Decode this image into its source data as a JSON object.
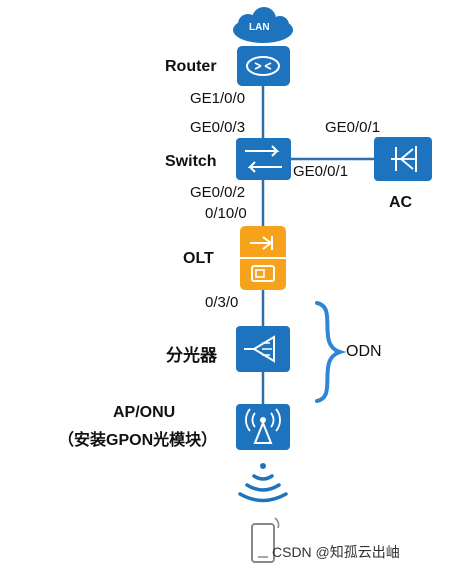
{
  "cloud": {
    "label": "LAN"
  },
  "nodes": {
    "router": "Router",
    "switch": "Switch",
    "ac": "AC",
    "olt": "OLT",
    "splitter": "分光器",
    "ap_onu_line1": "AP/ONU",
    "ap_onu_line2": "（安装GPON光模块）"
  },
  "ports": {
    "router_down": "GE1/0/0",
    "switch_up": "GE0/0/3",
    "ac_port": "GE0/0/1",
    "switch_right": "GE0/0/1",
    "switch_down": "GE0/0/2",
    "olt_up": "0/10/0",
    "olt_down": "0/3/0"
  },
  "odn": {
    "label": "ODN"
  },
  "watermark": "CSDN @知孤云出岫",
  "colors": {
    "device_blue": "#1e73be",
    "olt_orange": "#f6a31b",
    "link": "#2f6fa8",
    "brace": "#2f86d4"
  }
}
